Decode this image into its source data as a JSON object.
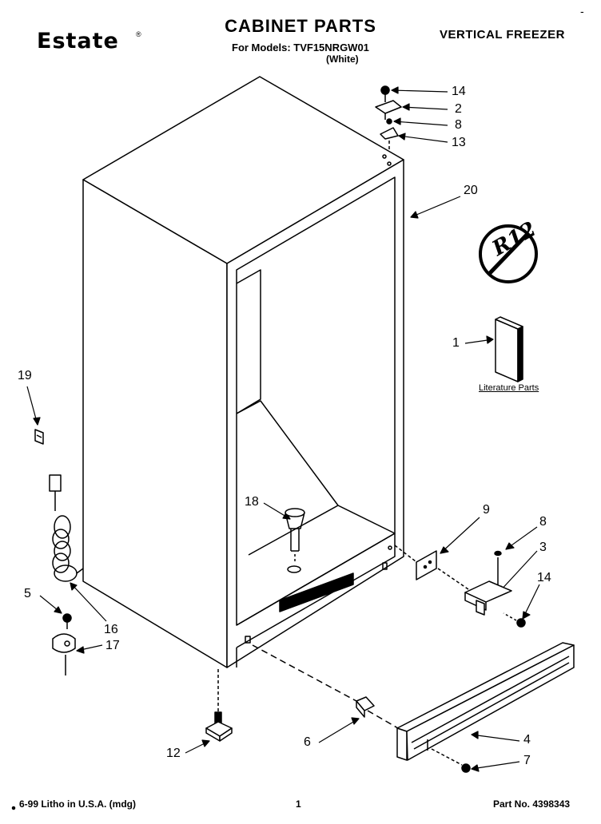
{
  "header": {
    "brand": "Estate",
    "brand_mark": "®",
    "title": "CABINET PARTS",
    "models_line": "For Models: TVF15NRGW01",
    "color_line": "(White)",
    "product_type": "VERTICAL FREEZER",
    "top_mark": "-"
  },
  "diagram": {
    "callouts": [
      "14",
      "2",
      "8",
      "13",
      "20",
      "1",
      "19",
      "18",
      "9",
      "8",
      "3",
      "14",
      "5",
      "16",
      "17",
      "12",
      "6",
      "4",
      "7"
    ],
    "literature_label": "Literature Parts",
    "no_r12_label": "R12"
  },
  "footer": {
    "litho": "6-99 Litho in U.S.A. (mdg)",
    "page": "1",
    "part_no": "Part No. 4398343"
  },
  "colors": {
    "line": "#000000",
    "background": "#ffffff"
  }
}
